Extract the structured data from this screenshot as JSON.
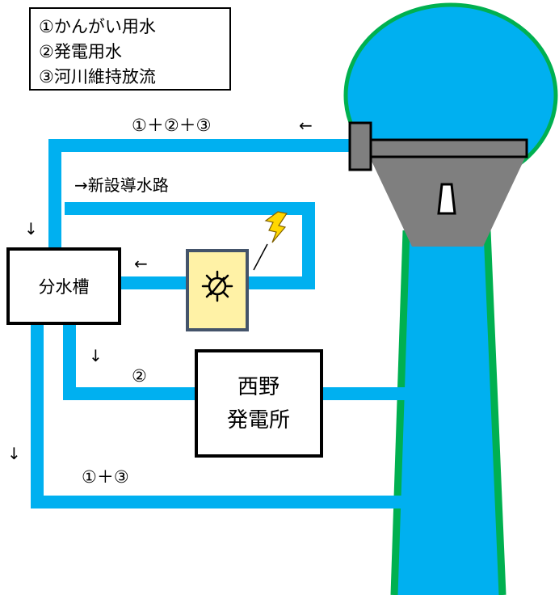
{
  "legend": {
    "items": [
      "①かんがい用水",
      "②発電用水",
      "③河川維持放流"
    ]
  },
  "labels": {
    "intake_flow": "①＋②＋③",
    "new_channel": "→新設導水路",
    "branch_tank": "分水槽",
    "plant_line1": "西野",
    "plant_line2": "発電所",
    "power_flow": "②",
    "return_flow": "①＋③"
  },
  "arrows": {
    "left": "←",
    "down": "↓"
  },
  "icons": {
    "generator": "generator-icon",
    "lightning": "lightning-icon"
  },
  "colors": {
    "water": "#00B0F0",
    "riverbank": "#00B050",
    "dam": "#7F7F7F",
    "generator_bg": "#FFF2A6",
    "lightning": "#FFD700"
  }
}
